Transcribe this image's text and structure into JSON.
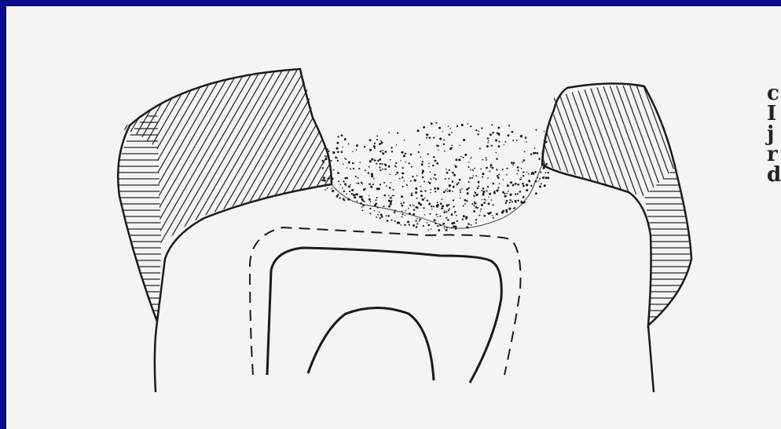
{
  "figure": {
    "margin_letters": [
      "c",
      "I",
      "j",
      "r",
      "d"
    ],
    "colors": {
      "border": "#0a0a8c",
      "paper": "#f4f4f2",
      "ink": "#1a1a1a"
    }
  }
}
